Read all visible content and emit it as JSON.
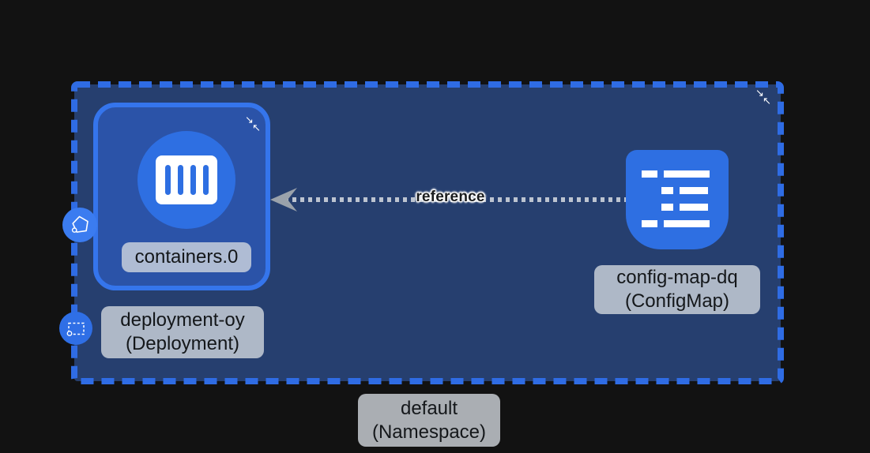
{
  "graph": {
    "namespace": {
      "line1": "default",
      "line2": "(Namespace)"
    },
    "deployment": {
      "line1": "deployment-oy",
      "line2": "(Deployment)"
    },
    "container": {
      "label": "containers.0"
    },
    "configmap": {
      "line1": "config-map-dq",
      "line2": "(ConfigMap)"
    },
    "edge": {
      "label": "reference",
      "from": "config-map-dq (ConfigMap)",
      "to": "containers.0",
      "style": "dotted-arrow-left"
    }
  },
  "icons": {
    "collapse_arrow_se": "↘",
    "collapse_arrow_nw": "↖",
    "container_icon": "container-glyph-white-box-with-bars",
    "pod_icon": "pentagon-outline",
    "deployment_icon": "dashed-square-outline",
    "configmap_icon": "list-lines"
  },
  "colors": {
    "canvas_bg": "#121212",
    "namespace_fill": "#263f6f",
    "namespace_border": "#2f6ce4",
    "deployment_fill": "#2b53a8",
    "deployment_border": "#3575ec",
    "resource_blue": "#2e6fe2",
    "pod_badge_blue": "#3b7cf0",
    "label_pill_bg": "rgba(213,218,224,0.78)",
    "label_text": "#14171a",
    "edge_dots": "#cdd3da",
    "edge_arrow": "#9aa2ab"
  }
}
